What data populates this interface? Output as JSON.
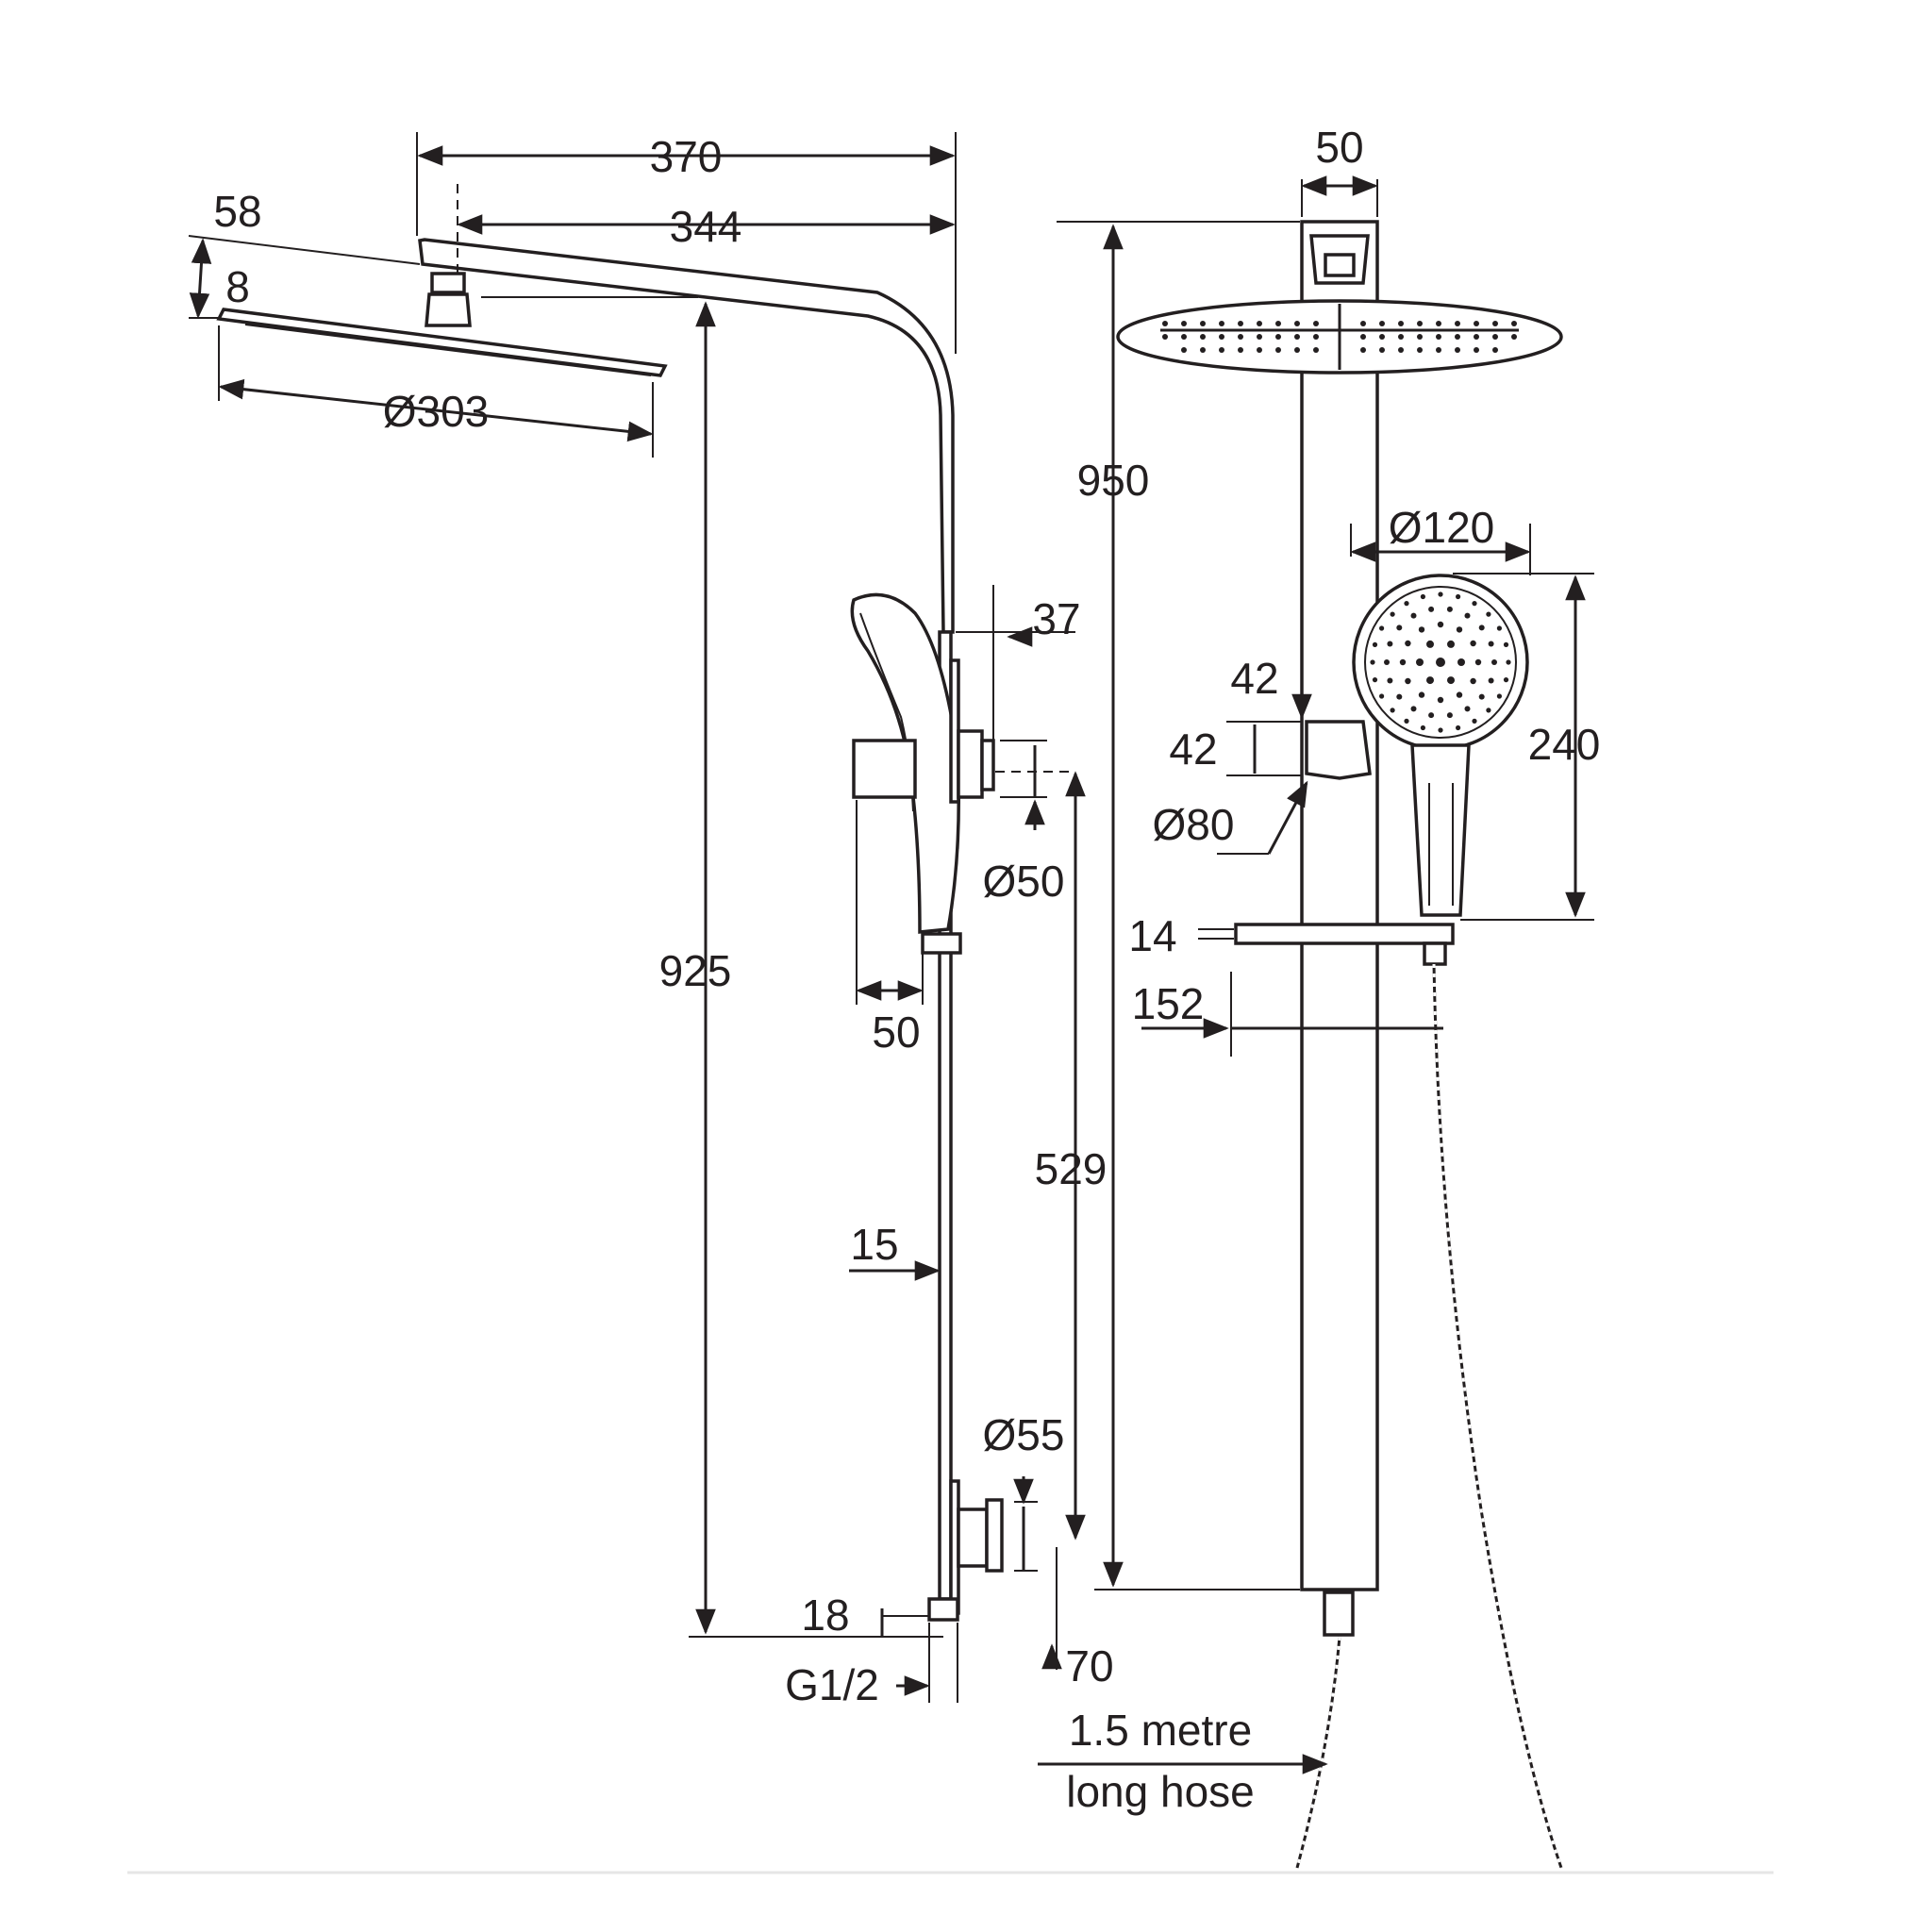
{
  "side_view": {
    "dim_arm_total": "370",
    "dim_arm_reach": "344",
    "dim_head_height": "58",
    "dim_head_thickness": "8",
    "dim_head_diameter": "Ø303",
    "dim_wall_offset": "37",
    "dim_bracket_diameter": "Ø50",
    "dim_overall_height": "925",
    "dim_holder_depth": "50",
    "dim_mount_centres": "529",
    "dim_rail_diameter": "15",
    "dim_lower_bracket_diameter": "Ø55",
    "dim_inlet_height": "18",
    "dim_inlet_offset": "70",
    "dim_thread": "G1/2"
  },
  "front_view": {
    "dim_rail_width": "50",
    "dim_rail_height": "950",
    "dim_handshower_diameter": "Ø120",
    "dim_holder_width": "42",
    "dim_holder_height": "42",
    "dim_holder_base": "Ø80",
    "dim_handshower_length": "240",
    "dim_shelf_thickness": "14",
    "dim_shelf_depth": "152",
    "hose_label_line1": "1.5 metre",
    "hose_label_line2": "long hose"
  }
}
